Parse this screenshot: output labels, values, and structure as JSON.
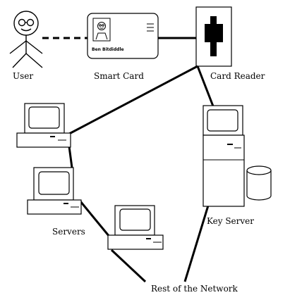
{
  "labels": {
    "user": "User",
    "smart_card": "Smart Card",
    "card_reader": "Card Reader",
    "servers": "Servers",
    "key_server": "Key Server",
    "network": "Rest of the Network"
  },
  "card": {
    "holder_name": "Ben Bitdiddle"
  },
  "colors": {
    "ink": "#000000",
    "background": "#ffffff"
  }
}
